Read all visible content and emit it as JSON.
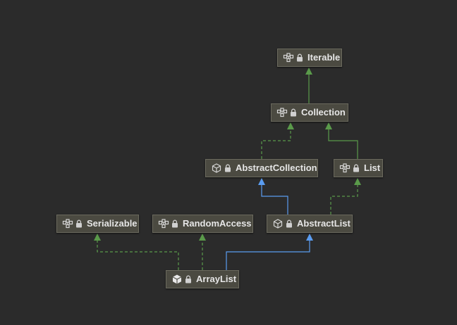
{
  "colors": {
    "background": "#2b2b2b",
    "node_fill": "#4b4a41",
    "node_border": "#6b6a5e",
    "text": "#e6e6e6",
    "implements_edge": "#5a9a4a",
    "extends_edge": "#5a9cf0"
  },
  "nodes": [
    {
      "id": "iterable",
      "label": "Iterable",
      "icon": "interface-icon"
    },
    {
      "id": "collection",
      "label": "Collection",
      "icon": "interface-icon"
    },
    {
      "id": "abstract_collection",
      "label": "AbstractCollection",
      "icon": "abstract-class-icon"
    },
    {
      "id": "list",
      "label": "List",
      "icon": "interface-icon"
    },
    {
      "id": "serializable",
      "label": "Serializable",
      "icon": "interface-icon"
    },
    {
      "id": "random_access",
      "label": "RandomAccess",
      "icon": "interface-icon"
    },
    {
      "id": "abstract_list",
      "label": "AbstractList",
      "icon": "abstract-class-icon"
    },
    {
      "id": "array_list",
      "label": "ArrayList",
      "icon": "class-icon"
    }
  ],
  "edges": [
    {
      "from": "collection",
      "to": "iterable",
      "kind": "extends-interface"
    },
    {
      "from": "abstract_collection",
      "to": "collection",
      "kind": "implements"
    },
    {
      "from": "list",
      "to": "collection",
      "kind": "extends-interface"
    },
    {
      "from": "abstract_list",
      "to": "abstract_collection",
      "kind": "extends"
    },
    {
      "from": "abstract_list",
      "to": "list",
      "kind": "implements"
    },
    {
      "from": "array_list",
      "to": "serializable",
      "kind": "implements"
    },
    {
      "from": "array_list",
      "to": "random_access",
      "kind": "implements"
    },
    {
      "from": "array_list",
      "to": "abstract_list",
      "kind": "extends"
    }
  ]
}
